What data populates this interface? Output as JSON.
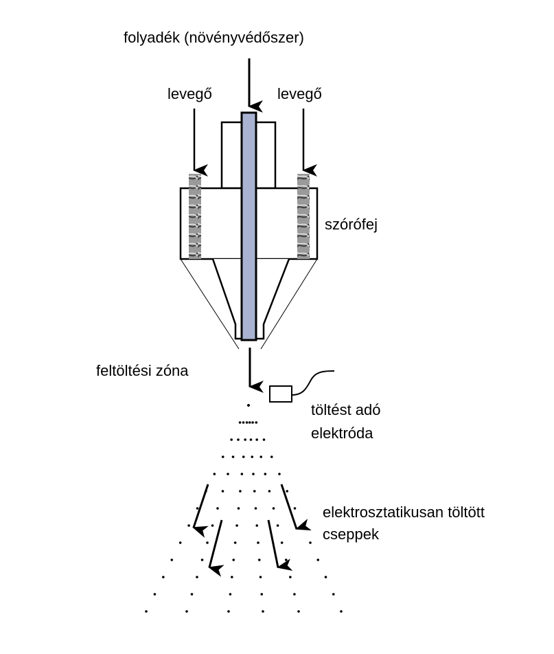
{
  "labels": {
    "liquid": "folyadék (növényvédőszer)",
    "air_left": "levegő",
    "air_right": "levegő",
    "nozzle": "szórófej",
    "charging_zone": "feltöltési zóna",
    "electrode_line1": "töltést adó",
    "electrode_line2": "elektróda",
    "droplets_line1": "elektrosztatikusan töltött",
    "droplets_line2": "cseppek"
  },
  "colors": {
    "pipe": "#a9b3d1",
    "line": "#000000",
    "filter": "#8a8a8a"
  }
}
